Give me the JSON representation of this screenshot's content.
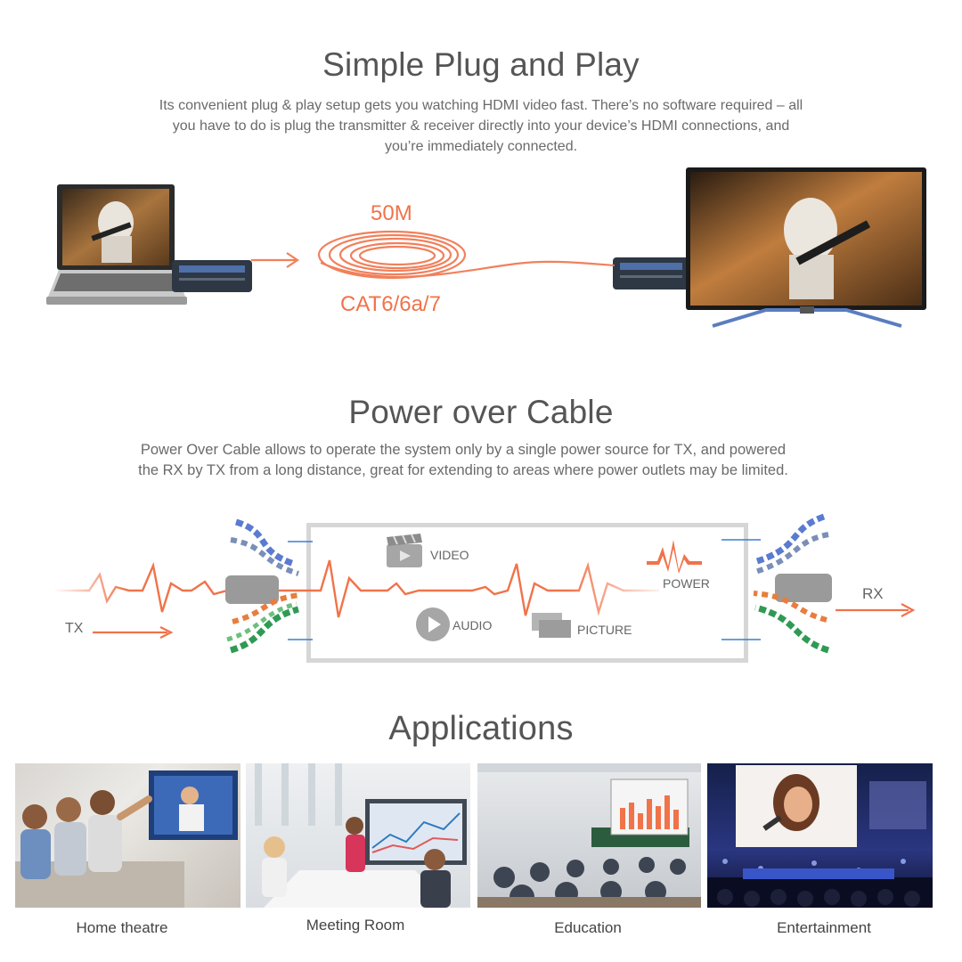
{
  "section1": {
    "title": "Simple Plug and Play",
    "description_lines": [
      "Its convenient plug & play setup gets you watching HDMI video fast. There’s no software required – all",
      "you have to do is plug the transmitter & receiver directly into your device’s HDMI connections, and",
      "you’re immediately connected."
    ],
    "cable_length": "50M",
    "cable_type": "CAT6/6a/7"
  },
  "section2": {
    "title": "Power over Cable",
    "description_lines": [
      "Power Over Cable allows to operate the system only by a single power source for TX, and powered",
      "the RX by TX from a long distance, great for extending to areas where power outlets may be limited."
    ],
    "labels": {
      "tx": "TX",
      "rx": "RX",
      "video": "VIDEO",
      "audio": "AUDIO",
      "picture": "PICTURE",
      "power": "POWER"
    }
  },
  "section3": {
    "title": "Applications",
    "items": [
      {
        "label": "Home theatre"
      },
      {
        "label": "Meeting Room"
      },
      {
        "label": "Education"
      },
      {
        "label": "Entertainment"
      }
    ]
  },
  "colors": {
    "accent": "#f0734a",
    "heading": "#555555",
    "text": "#6a6a6a"
  }
}
